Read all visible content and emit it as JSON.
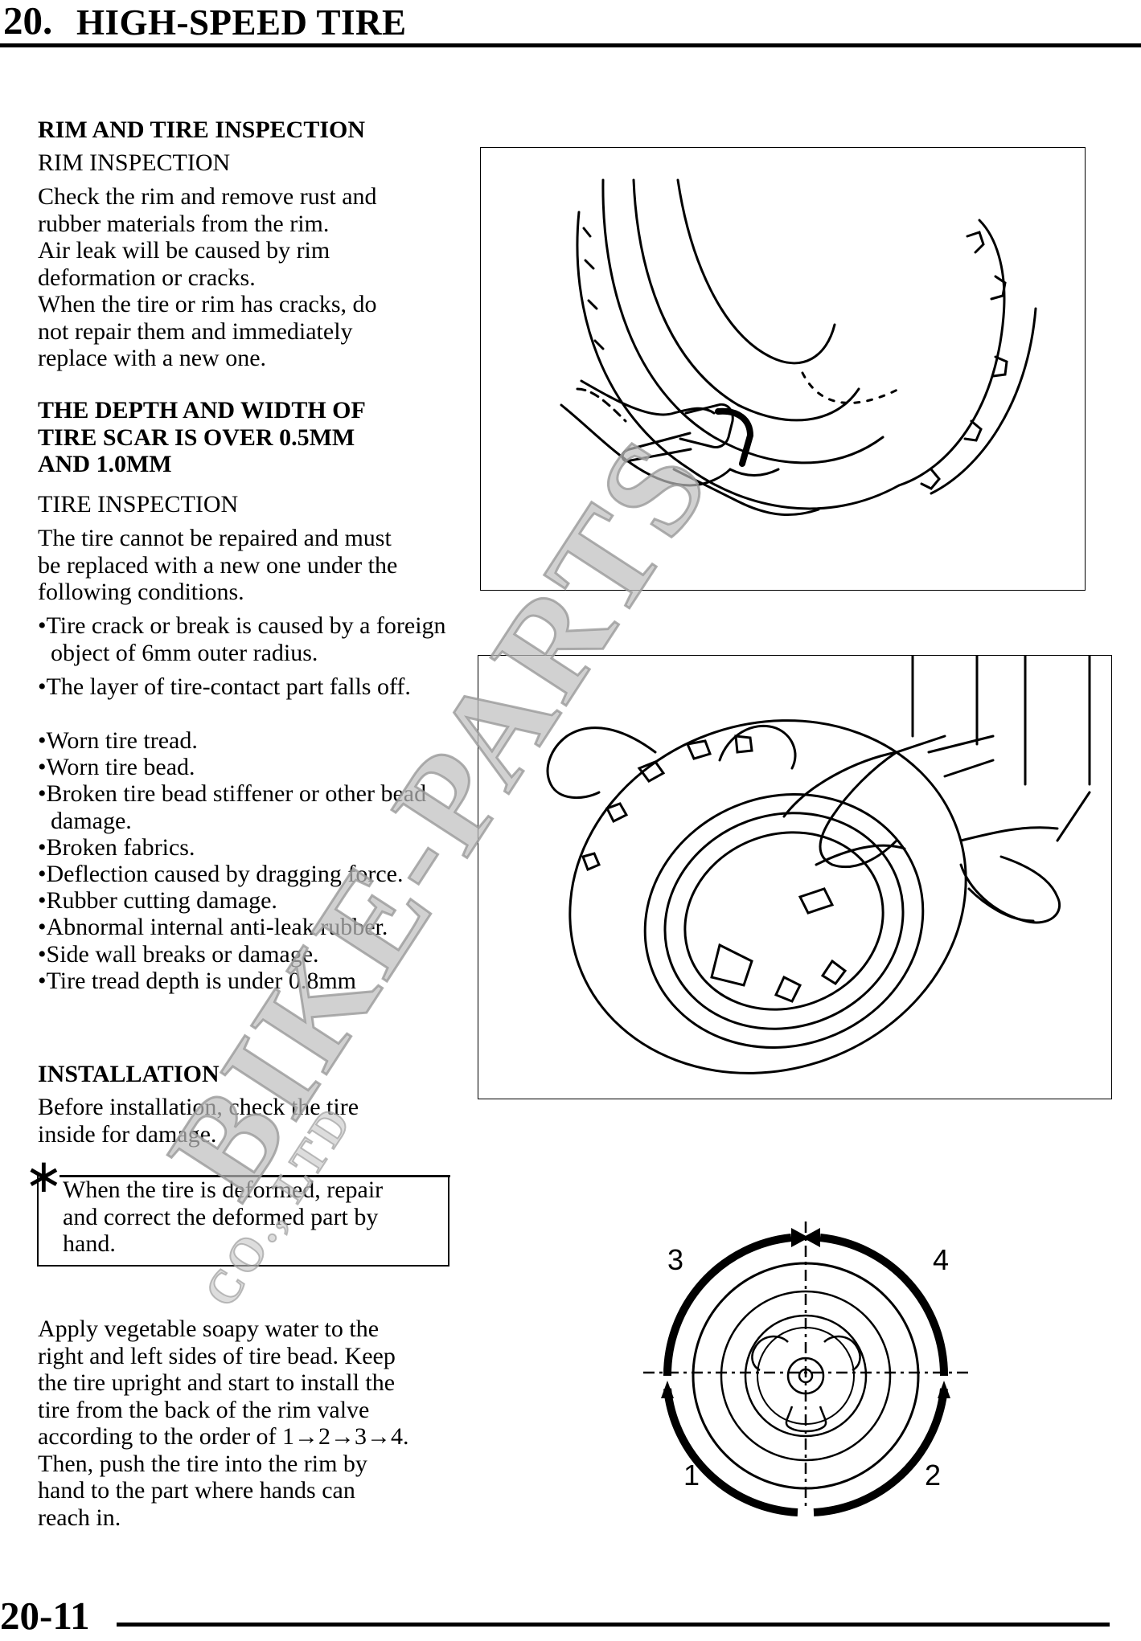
{
  "header": {
    "chapter": "20.",
    "title": "HIGH-SPEED TIRE"
  },
  "rim_section": {
    "heading": "RIM AND TIRE INSPECTION",
    "subheading": "RIM INSPECTION",
    "lines": [
      "Check the rim and remove rust and",
      "rubber materials from the rim.",
      "Air leak will be caused by rim",
      "deformation or cracks.",
      "When the tire or rim has cracks, do",
      "not repair them and immediately",
      "replace with a new one."
    ]
  },
  "scar_heading": [
    "THE DEPTH AND WIDTH OF",
    "TIRE SCAR IS OVER 0.5MM",
    "AND 1.0MM"
  ],
  "tire_section": {
    "subheading": "TIRE INSPECTION",
    "lines": [
      "The tire cannot be repaired and must",
      "be replaced with a new one under the",
      "following conditions."
    ],
    "bullets": [
      "•Tire crack or break is caused by a foreign object of 6mm outer radius.",
      "•The layer of tire-contact part falls off.",
      "•Worn tire tread.",
      "•Worn tire bead.",
      "•Broken tire bead stiffener or other bead damage.",
      "•Broken fabrics.",
      "•Deflection caused by dragging force.",
      "•Rubber cutting damage.",
      "•Abnormal internal anti-leak rubber.",
      "•Side wall breaks or damage.",
      "•Tire tread depth is under 0.8mm"
    ]
  },
  "installation": {
    "heading": "INSTALLATION",
    "lines": [
      "Before installation, check the tire",
      "inside for damage."
    ],
    "note_star": "∗",
    "note_lines": [
      "When the tire is deformed, repair",
      "and correct the deformed part by",
      "hand."
    ],
    "apply_lines": [
      "Apply vegetable soapy water to the",
      "right and left sides of tire bead. Keep",
      "the tire upright and start to install the",
      "tire from the back of the rim valve",
      "according to the order of 1→2→3→4.",
      "Then, push the tire into the rim by",
      "hand to the part where hands can",
      "reach in."
    ]
  },
  "diagram_labels": {
    "n1": "1",
    "n2": "2",
    "n3": "3",
    "n4": "4"
  },
  "watermark": {
    "main": "BIKE-PARTS",
    "sub": "CO., LTD"
  },
  "footer": {
    "page": "20-11"
  }
}
